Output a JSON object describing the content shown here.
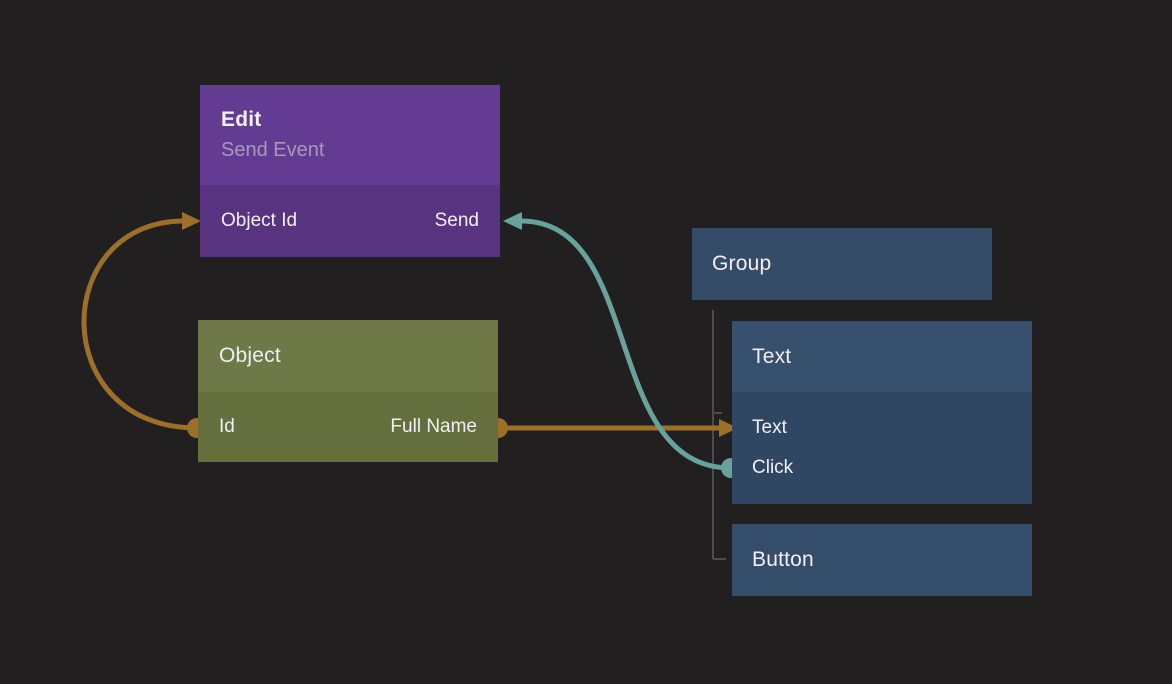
{
  "canvas": {
    "background": "#211f20"
  },
  "nodes": {
    "edit": {
      "title": "Edit",
      "subtitle": "Send Event",
      "ports": {
        "object_id": "Object Id",
        "send": "Send"
      }
    },
    "object": {
      "title": "Object",
      "ports": {
        "id": "Id",
        "full_name": "Full Name"
      }
    },
    "group": {
      "title": "Group"
    },
    "text": {
      "title": "Text",
      "ports": {
        "text": "Text",
        "click": "Click"
      }
    },
    "button": {
      "title": "Button"
    }
  },
  "colors": {
    "edit_header": "#643b92",
    "edit_body": "#583380",
    "object_header": "#6e7947",
    "object_body": "#656f3e",
    "group_header": "#344c68",
    "text_header": "#36506e",
    "text_body": "#2f4763",
    "button_body": "#344d6a",
    "label": "#f1eff3",
    "edit_subtitle": "#a59bb9",
    "wire_data": "#9c7029",
    "wire_event": "#68a29d",
    "tree_line": "#4d4b4b"
  }
}
